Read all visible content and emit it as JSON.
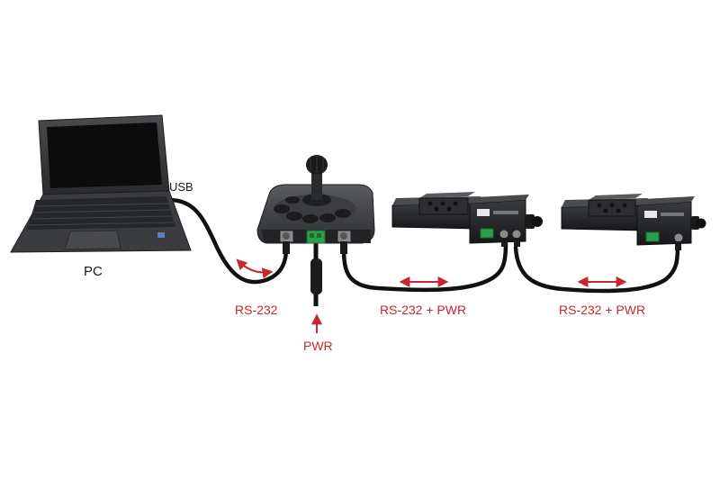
{
  "labels": {
    "usb": "USB",
    "pc": "PC",
    "link_controller": "RS-232",
    "power": "PWR",
    "link_stage_1": "RS-232 + PWR",
    "link_stage_2": "RS-232 + PWR"
  },
  "colors": {
    "background": "#ffffff",
    "device_body": "#2e2f31",
    "cable": "#111111",
    "arrow_accent": "#c8272d",
    "connector_green": "#2e9e4a",
    "text": "#1a1a1a"
  },
  "devices": [
    {
      "type": "laptop",
      "icon": "laptop-icon"
    },
    {
      "type": "joystick-controller",
      "icon": "joystick-controller-icon"
    },
    {
      "type": "linear-stage",
      "icon": "linear-stage-icon"
    },
    {
      "type": "linear-stage",
      "icon": "linear-stage-icon"
    }
  ]
}
